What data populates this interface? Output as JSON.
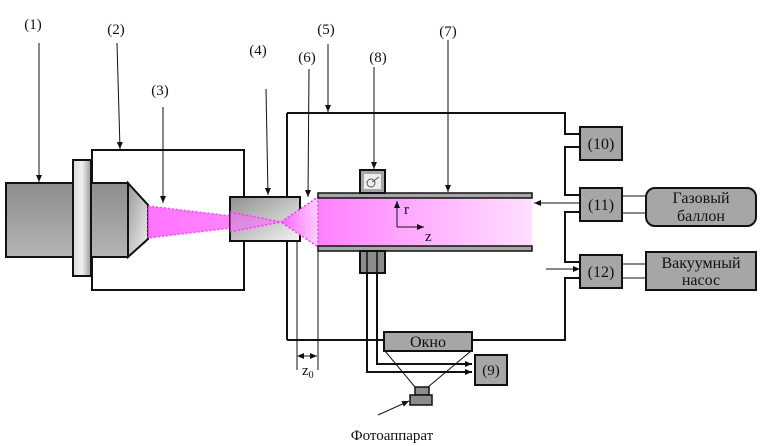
{
  "diagram": {
    "callouts": [
      "(1)",
      "(2)",
      "(3)",
      "(4)",
      "(5)",
      "(6)",
      "(7)",
      "(8)"
    ],
    "axis_r": "r",
    "axis_z": "z",
    "z0_label": "z",
    "z0_subscript": "0",
    "box_9": "(9)",
    "box_10": "(10)",
    "box_11": "(11)",
    "box_12": "(12)",
    "gas_cylinder_line1": "Газовый",
    "gas_cylinder_line2": "баллон",
    "vacuum_pump_line1": "Вакуумный",
    "vacuum_pump_line2": "насос",
    "window_label": "Окно",
    "camera_label": "Фотоаппарат",
    "colors": {
      "plasma": "#ff4dff",
      "plasma_light": "#ffd9ff",
      "component_grey": "#a6a6a6",
      "dark_grey": "#7f7f7f"
    }
  }
}
